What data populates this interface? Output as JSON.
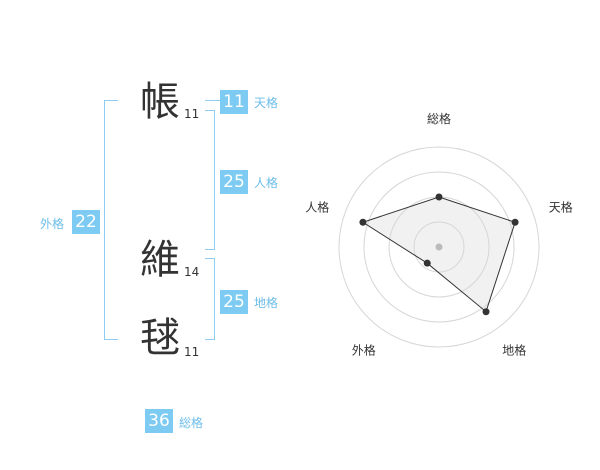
{
  "name": {
    "chars": [
      {
        "char": "帳",
        "strokes": "11"
      },
      {
        "char": "維",
        "strokes": "14"
      },
      {
        "char": "毬",
        "strokes": "11"
      }
    ]
  },
  "grids": {
    "tenkaku": {
      "value": "11",
      "label": "天格"
    },
    "jinkaku": {
      "value": "25",
      "label": "人格"
    },
    "chikaku": {
      "value": "25",
      "label": "地格"
    },
    "gaikaku": {
      "value": "22",
      "label": "外格"
    },
    "soukaku": {
      "value": "36",
      "label": "総格"
    }
  },
  "colors": {
    "accent": "#7dcbf2",
    "bracket": "#8fcdf0",
    "label": "#6cbde8"
  },
  "chart_data": {
    "type": "radar",
    "axes": [
      "総格",
      "天格",
      "地格",
      "外格",
      "人格"
    ],
    "values": [
      2.5,
      4,
      4,
      1,
      4
    ],
    "range": [
      0,
      5
    ],
    "rings": 4
  }
}
